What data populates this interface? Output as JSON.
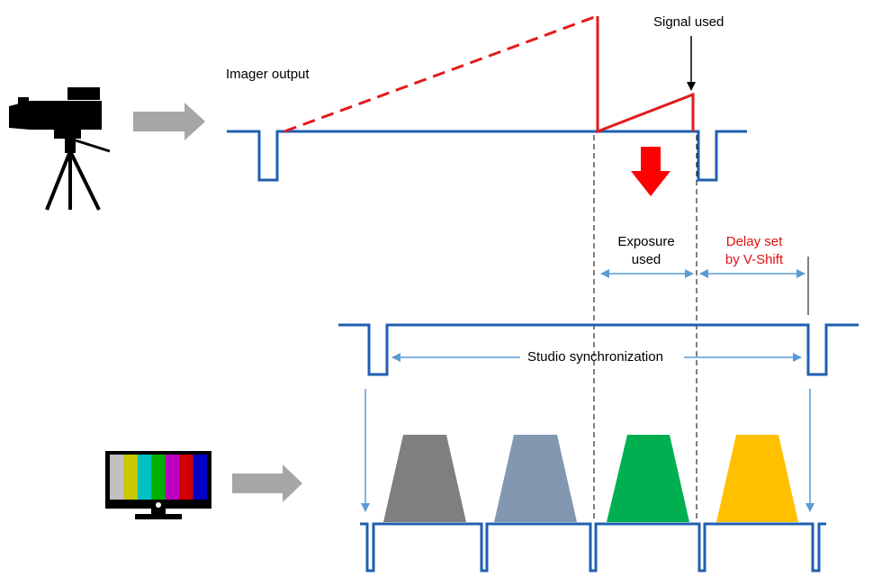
{
  "labels": {
    "imager_output": "Imager output",
    "signal_used": "Signal used",
    "exposure_used_line1": "Exposure",
    "exposure_used_line2": "used",
    "delay_line1": "Delay set",
    "delay_line2": "by V-Shift",
    "studio_sync": "Studio synchronization"
  },
  "colors": {
    "signal_blue": "#1f5fb0",
    "signal_red": "#e31b1b",
    "arrow_gray": "#a6a6a6",
    "dim_blue": "#5b9bd5",
    "pulse_gray": "#7f7f7f",
    "pulse_slate": "#8497b0",
    "pulse_green": "#00b050",
    "pulse_yellow": "#ffc000"
  },
  "icons": {
    "camera": "video-camera-on-tripod-icon",
    "monitor": "monitor-color-bars-icon"
  },
  "color_bars": [
    "#c0c0c0",
    "#c8c800",
    "#00c0c0",
    "#00b000",
    "#c000c0",
    "#d00000",
    "#0000c8"
  ]
}
